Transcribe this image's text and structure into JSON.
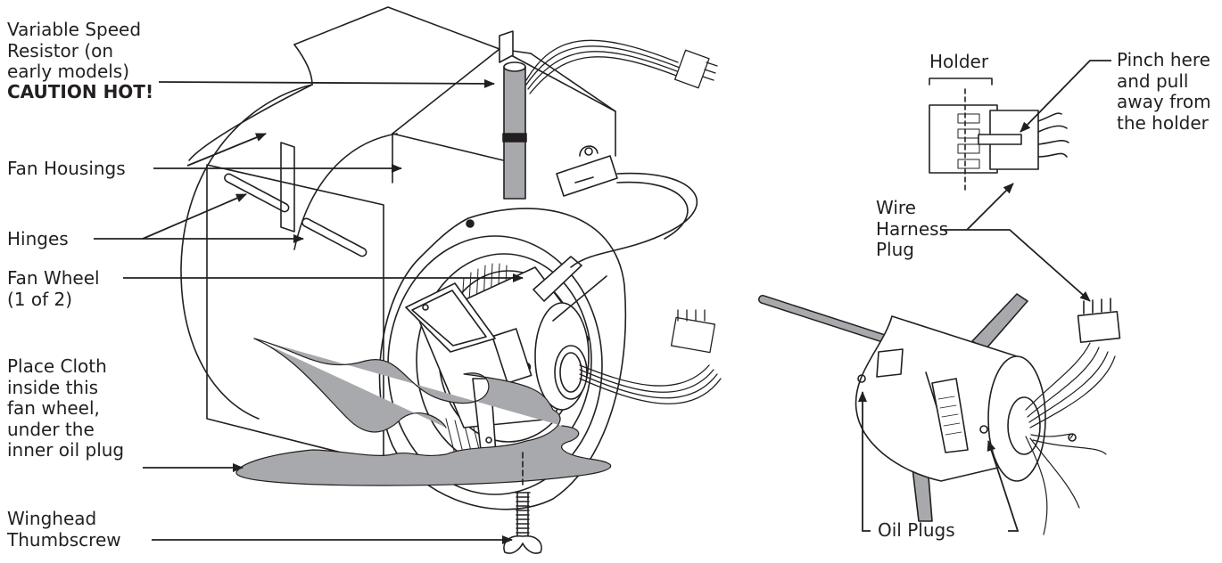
{
  "labels": {
    "resistor": "Variable Speed\nResistor (on\nearly models)",
    "caution": "CAUTION  HOT!",
    "fan_housings": "Fan Housings",
    "hinges": "Hinges",
    "fan_wheel": "Fan Wheel\n(1 of 2)",
    "place_cloth": "Place Cloth\ninside this\nfan wheel,\nunder the\ninner oil plug",
    "thumbscrew": "Winghead\nThumbscrew",
    "holder": "Holder",
    "pinch": "Pinch here\nand pull\naway from\nthe holder",
    "wire_harness": "Wire\nHarness\nPlug",
    "oil_plugs": "Oil Plugs"
  },
  "colors": {
    "line": "#231f20",
    "shade": "#a7a9ac",
    "background": "#ffffff"
  }
}
